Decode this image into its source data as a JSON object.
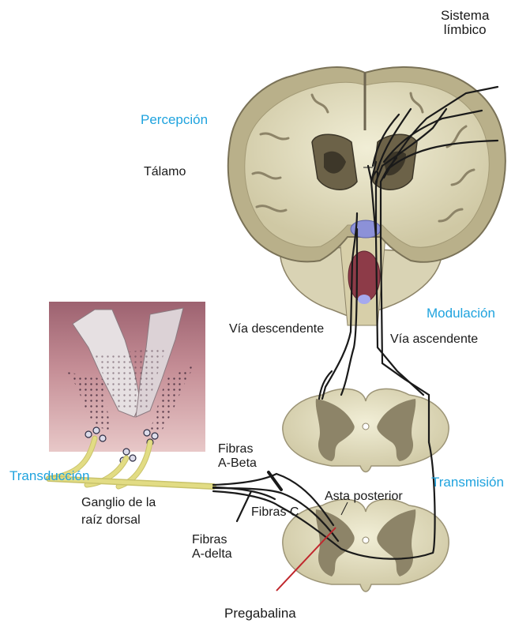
{
  "labels": {
    "sistema_limbico": [
      "Sistema",
      "límbico"
    ],
    "percepcion": "Percepción",
    "talamo": "Tálamo",
    "via_descendente": "Vía descendente",
    "via_ascendente": "Vía ascendente",
    "modulacion": "Modulación",
    "transduccion": "Transducción",
    "transmision": "Transmisión",
    "fibras_a_beta": [
      "Fibras",
      "A-Beta"
    ],
    "fibras_c": "Fibras C",
    "fibras_a_delta": [
      "Fibras",
      "A-delta"
    ],
    "asta_posterior": "Asta posterior",
    "ganglio": [
      "Ganglio de la",
      "raíz dorsal"
    ],
    "pregabalina": "Pregabalina"
  },
  "colors": {
    "stage_label": "#1fa3de",
    "text": "#1a1a1a",
    "tissue": "#e8e4c8",
    "gray_matter": "#8d8468",
    "nerve": "#f2eea0",
    "skin": "#b77e86",
    "drug_line": "#c0272d"
  }
}
